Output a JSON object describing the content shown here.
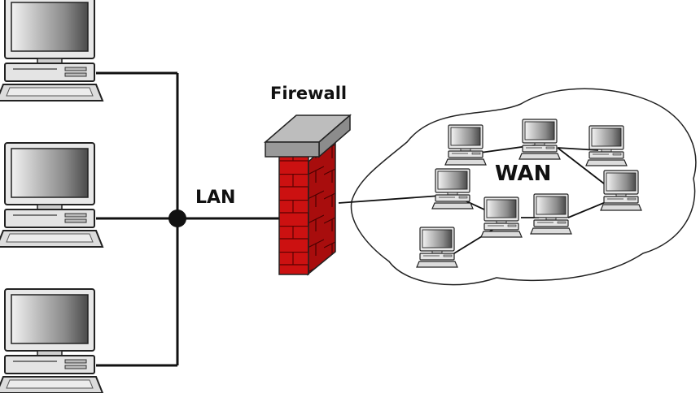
{
  "labels": {
    "firewall": "Firewall",
    "lan": "LAN",
    "wan": "WAN"
  },
  "lan_computers": [
    {
      "name": "lan-computer-1"
    },
    {
      "name": "lan-computer-2"
    },
    {
      "name": "lan-computer-3"
    }
  ],
  "wan_computers": [
    {
      "name": "wan-computer-1"
    },
    {
      "name": "wan-computer-2"
    },
    {
      "name": "wan-computer-3"
    },
    {
      "name": "wan-computer-4"
    },
    {
      "name": "wan-computer-5"
    },
    {
      "name": "wan-computer-6"
    },
    {
      "name": "wan-computer-7"
    },
    {
      "name": "wan-computer-8"
    }
  ],
  "colors": {
    "firewall_brick": "#cc1111",
    "firewall_cap": "#999999",
    "line": "#111111"
  }
}
